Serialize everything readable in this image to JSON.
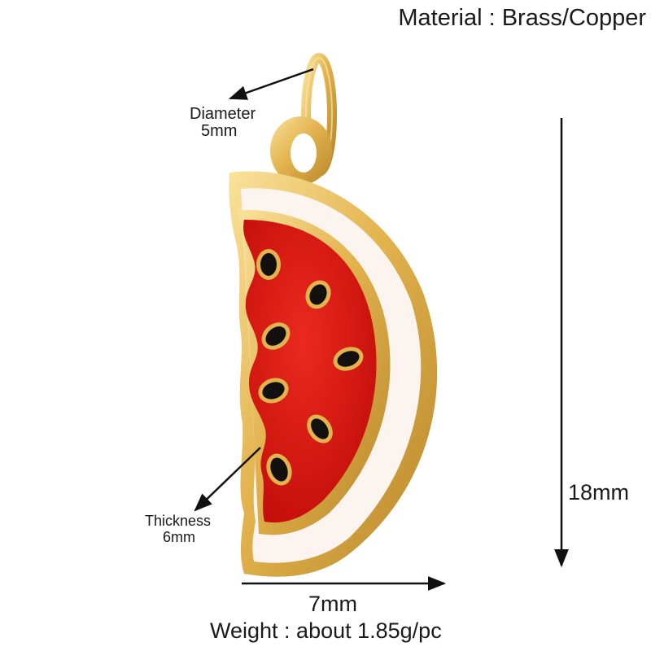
{
  "material": "Material : Brass/Copper",
  "diameter": {
    "title": "Diameter",
    "value": "5mm"
  },
  "thickness": {
    "title": "Thickness",
    "value": "6mm"
  },
  "height": "18mm",
  "width": "7mm",
  "weight": "Weight : about 1.85g/pc",
  "colors": {
    "gold": "#e3b34e",
    "gold_dark": "#b8862a",
    "gold_light": "#f7dc8e",
    "red": "#d8140f",
    "white": "#fbf4ef",
    "seed": "#141010",
    "arrow": "#111111"
  }
}
